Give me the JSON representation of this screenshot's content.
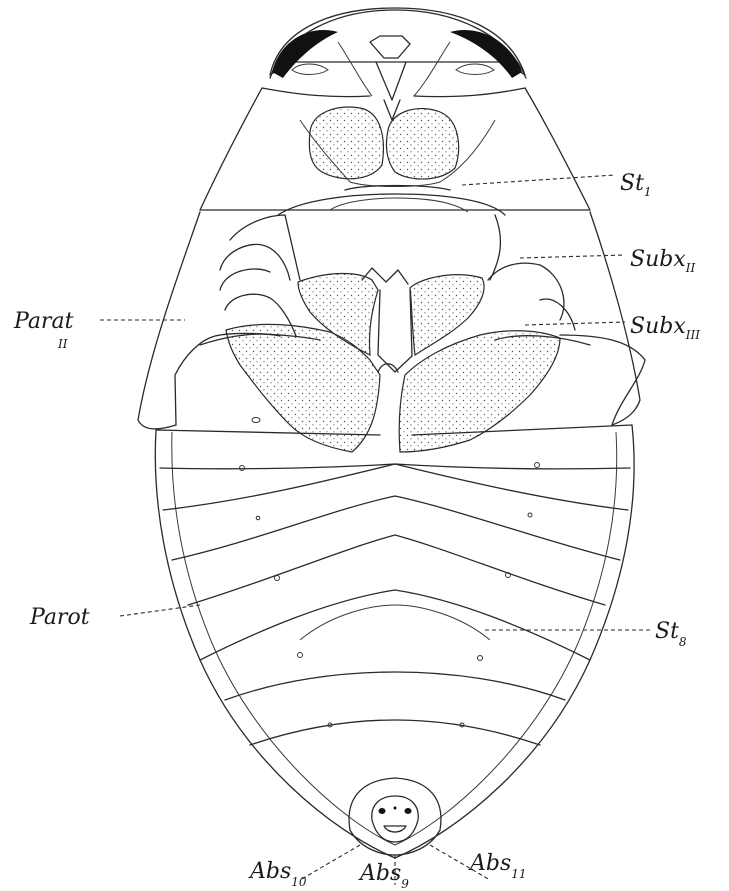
{
  "labels": {
    "st1": {
      "main": "St",
      "sub": "1"
    },
    "subx2": {
      "main": "Subx",
      "sub": "II"
    },
    "subx3": {
      "main": "Subx",
      "sub": "III"
    },
    "parat2": {
      "main": "Parat",
      "sub": "II"
    },
    "parot": {
      "main": "Parot",
      "sub": ""
    },
    "st8": {
      "main": "St",
      "sub": "8"
    },
    "abs10": {
      "main": "Abs",
      "sub": "10"
    },
    "abs9": {
      "main": "Abs",
      "sub": "9"
    },
    "abs11": {
      "main": "Abs",
      "sub": "11"
    }
  },
  "colors": {
    "line": "#2a2a2a",
    "stipple": "#555555",
    "eye": "#111111",
    "background": "#ffffff"
  }
}
